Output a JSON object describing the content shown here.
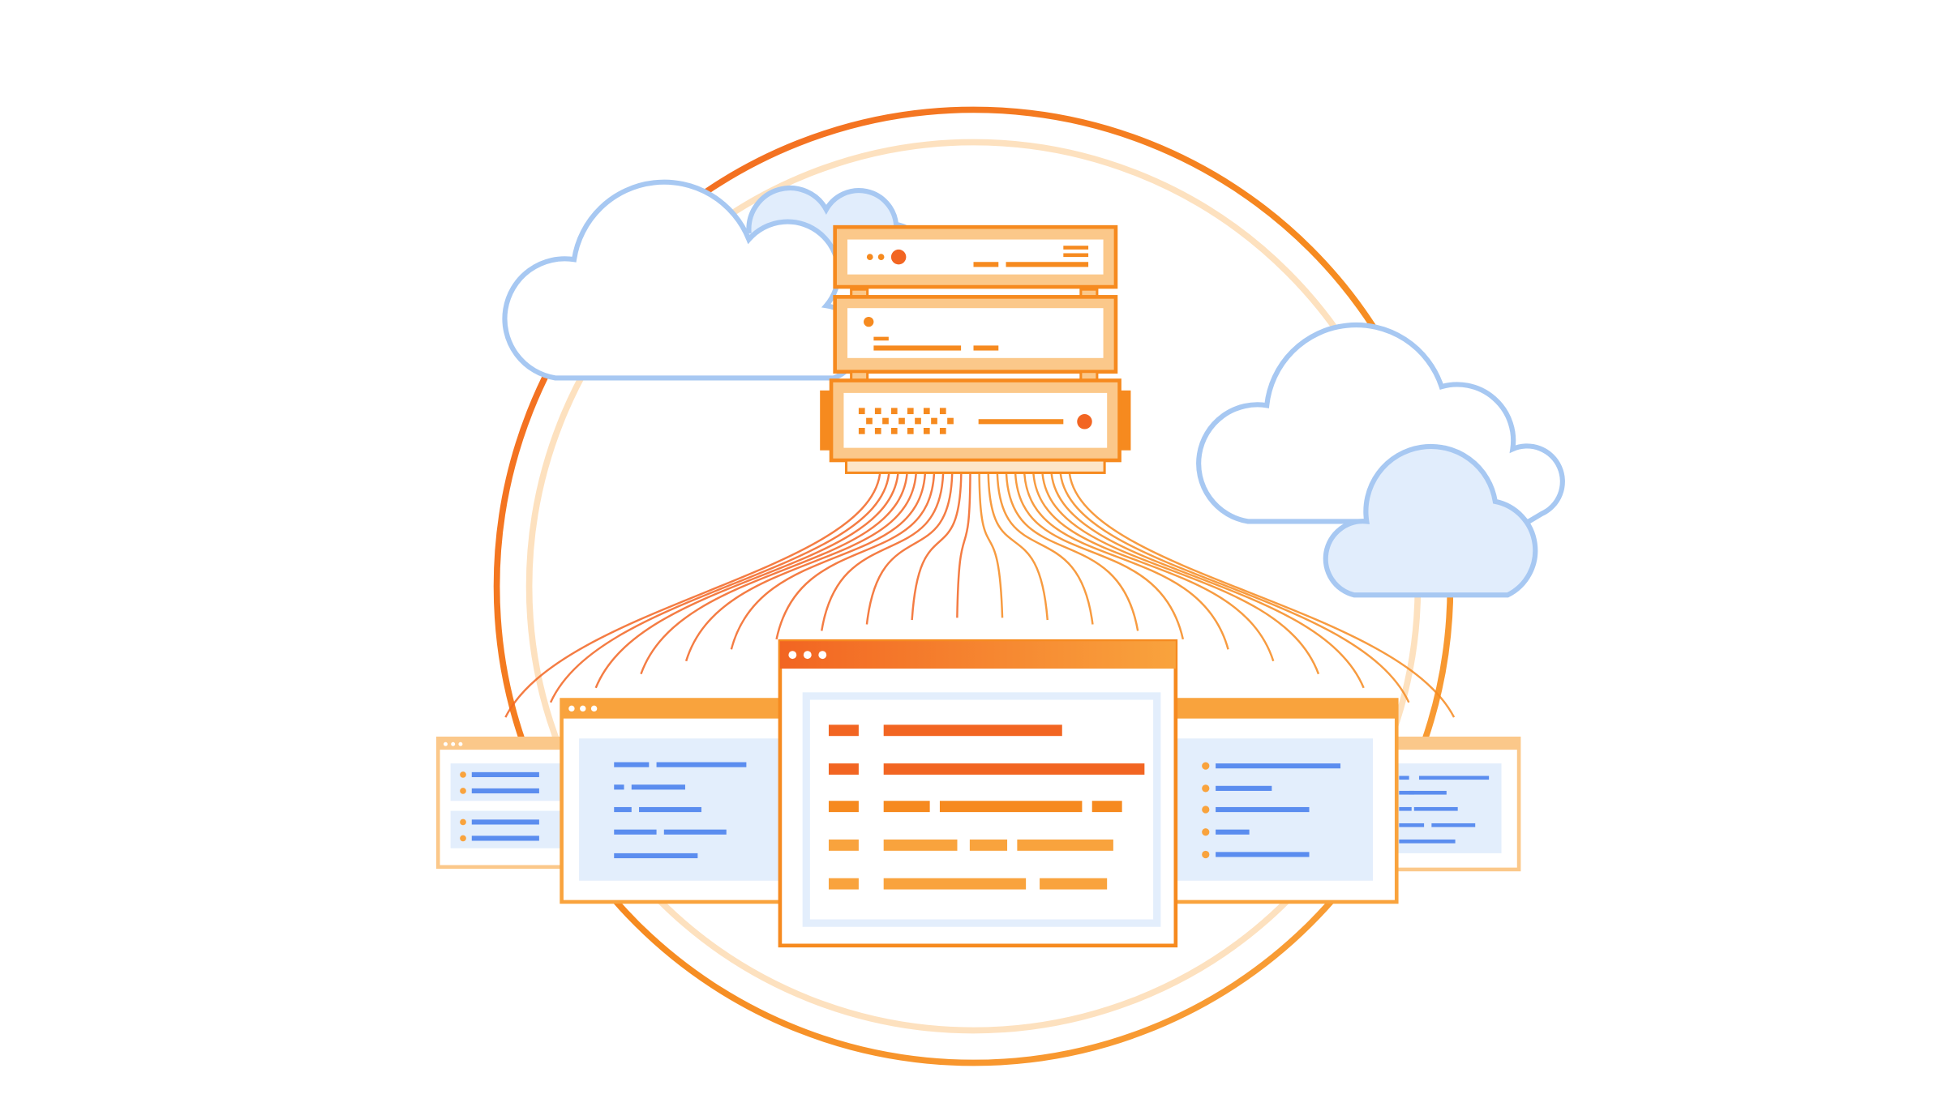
{
  "illustration": {
    "subject": "",
    "colors": {
      "orange_dark": "#f26522",
      "orange": "#f68a1f",
      "orange_mid": "#f9a33d",
      "orange_light": "#fbc88a",
      "orange_pale": "#fde6c9",
      "cloud_stroke": "#a7c8f2",
      "cloud_fill": "#e1edfc",
      "panel_fill": "#e3eefc",
      "blue_line": "#5b8def",
      "white": "#ffffff"
    },
    "icons": [
      "cloud-icon",
      "server-rack-icon",
      "browser-window-icon"
    ],
    "elements": {
      "clouds": 4,
      "servers": 3,
      "browser_windows": 5,
      "connection_lines": 22
    }
  }
}
